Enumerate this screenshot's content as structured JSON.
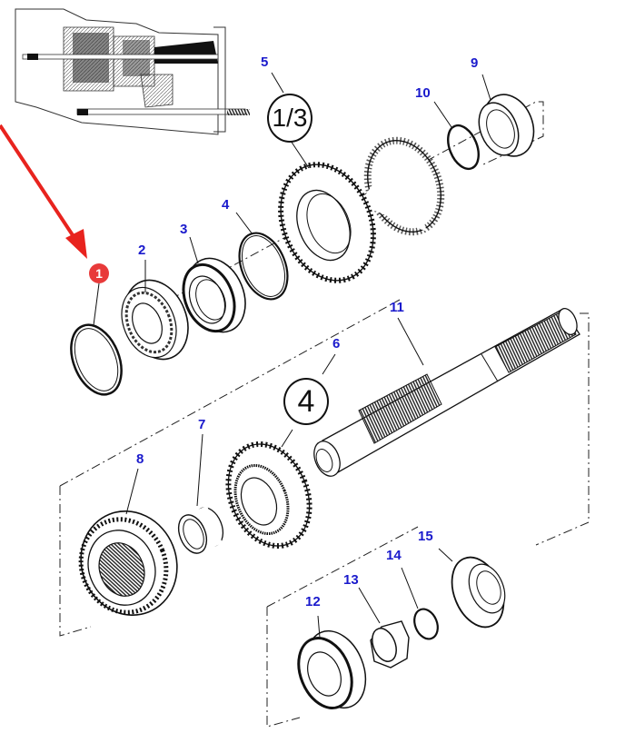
{
  "diagram": {
    "type": "exploded-parts-view",
    "subject": "Transmission mainshaft assembly",
    "inset": {
      "description": "transmission-cross-section-thumbnail"
    },
    "highlight": {
      "marker_label": "1",
      "marker_color": "#e83a3a",
      "arrow_color": "#e8231e"
    },
    "callout_color": "#1a1acc",
    "gear_designations": [
      {
        "text": "1/3",
        "applies_to": "5"
      },
      {
        "text": "4",
        "applies_to": "6"
      }
    ],
    "parts": [
      {
        "id": "1",
        "label": "1",
        "name": "snap-ring"
      },
      {
        "id": "2",
        "label": "2",
        "name": "ball-bearing"
      },
      {
        "id": "3",
        "label": "3",
        "name": "tapered-bearing"
      },
      {
        "id": "4",
        "label": "4",
        "name": "snap-ring"
      },
      {
        "id": "5",
        "label": "5",
        "name": "gear-1-3"
      },
      {
        "id": "6",
        "label": "6",
        "name": "gear-4"
      },
      {
        "id": "7",
        "label": "7",
        "name": "bushing"
      },
      {
        "id": "8",
        "label": "8",
        "name": "synchronizer-hub"
      },
      {
        "id": "9",
        "label": "9",
        "name": "bearing-cup"
      },
      {
        "id": "10",
        "label": "10",
        "name": "snap-ring"
      },
      {
        "id": "11",
        "label": "11",
        "name": "mainshaft"
      },
      {
        "id": "12",
        "label": "12",
        "name": "tapered-roller-bearing"
      },
      {
        "id": "13",
        "label": "13",
        "name": "hex-nut"
      },
      {
        "id": "14",
        "label": "14",
        "name": "o-ring"
      },
      {
        "id": "15",
        "label": "15",
        "name": "seal-cover"
      }
    ]
  }
}
